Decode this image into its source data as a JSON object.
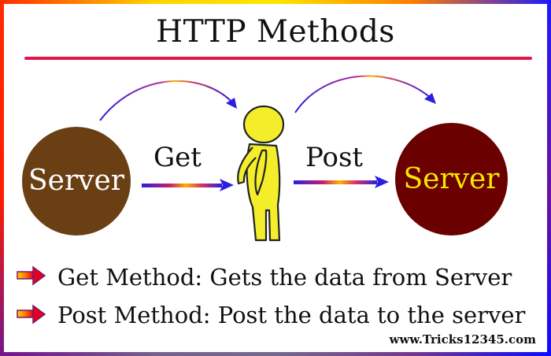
{
  "title": "HTTP Methods",
  "nodes": {
    "server_left": "Server",
    "server_right": "Server"
  },
  "edges": {
    "get": "Get",
    "post": "Post"
  },
  "legend": [
    {
      "text": "Get Method: Gets the data from Server"
    },
    {
      "text": "Post Method: Post the data to the server"
    }
  ],
  "watermark": "www.Tricks12345.com",
  "colors": {
    "server_left_fill": "#6b3f14",
    "server_left_text": "#ffffff",
    "server_right_fill": "#6b0000",
    "server_right_text": "#f4e900",
    "person_fill": "#f4ee2a",
    "arrow_head": "#2a1ee0",
    "title_rule": "#e0174a"
  }
}
